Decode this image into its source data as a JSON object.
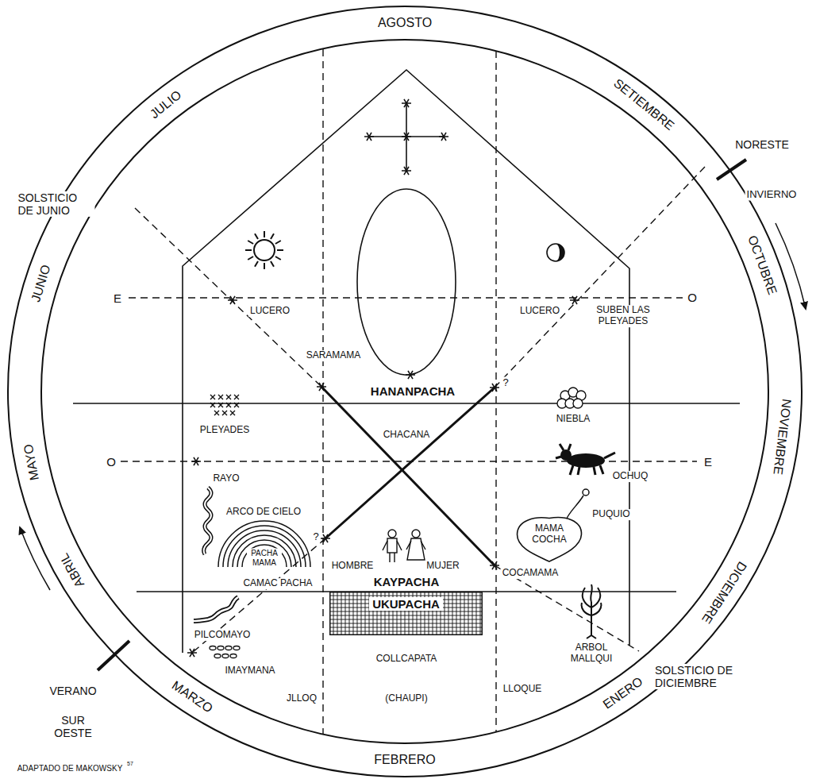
{
  "diagram": {
    "nodes": [
      {
        "text": [
          "MAMA COCHA"
        ]
      },
      {
        "text": [
          "UKUPACHA"
        ]
      }
    ],
    "labels": [
      "AGOSTO",
      "SETIEMBRE",
      "OCTUBRE",
      "NOVIEMBRE",
      "DICIEMBRE",
      "ENERO",
      "FEBRERO",
      "MARZO",
      "ABRIL",
      "MAYO",
      "JUNIO",
      "JULIO",
      "NORESTE",
      "INVIERNO",
      "SOLSTICIO DE JUNIO",
      "SOLSTICIO DE DICIEMBRE",
      "VERANO",
      "SUR OESTE",
      "ADAPTADO DE MAKOWSKY",
      "57",
      "E",
      "O",
      "O",
      "E",
      "LUCERO",
      "LUCERO",
      "SUBEN LAS PLEYADES",
      "SARAMAMA",
      "HANANPACHA",
      "?",
      "PLEYADES",
      "NIEBLA",
      "CHACANA",
      "OCHUQ",
      "RAYO",
      "ARCO DE CIELO",
      "PACHA MAMA",
      "?",
      "HOMBRE",
      "MUJER",
      "COCAMAMA",
      "PUQUIO",
      "CAMAC PACHA",
      "KAYPACHA",
      "PILCOMAYO",
      "IMAYMANA",
      "JLLOQ",
      "COLLCAPATA",
      "(CHAUPI)",
      "LLOQUE",
      "ARBOL MALLQUI"
    ]
  }
}
